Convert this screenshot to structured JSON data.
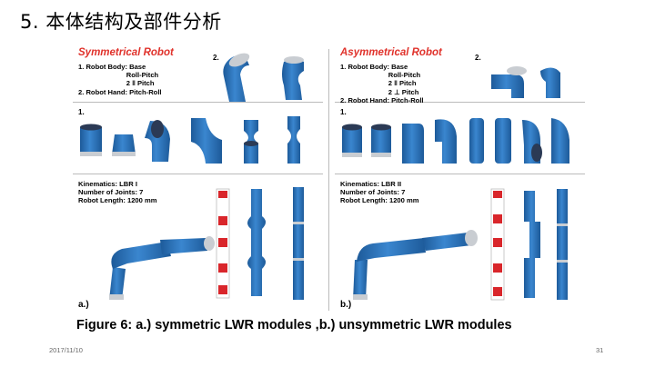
{
  "slide": {
    "title": "5. 本体结构及部件分析",
    "date": "2017/11/10",
    "page": "31"
  },
  "figure": {
    "caption": "Figure 6: a.) symmetric LWR modules ,b.) unsymmetric LWR modules",
    "colors": {
      "module_blue": "#2a6fb5",
      "joint_red": "#d9262b",
      "heading_red": "#e0322b",
      "ring_grey": "#c9cdd2"
    },
    "left": {
      "title": "Symmetrical Robot",
      "specs": "1. Robot Body: Base\n                         Roll-Pitch\n                         2 ǁ Pitch\n2. Robot Hand: Pitch-Roll",
      "num2": "2.",
      "num1": "1.",
      "kinematics": "Kinematics: LBR I\nNumber of Joints: 7\nRobot Length: 1200 mm",
      "sub": "a.)"
    },
    "right": {
      "title": "Asymmetrical Robot",
      "specs": "1. Robot Body: Base\n                         Roll-Pitch\n                         2 ǁ Pitch\n                         2 ⊥ Pitch\n2. Robot Hand: Pitch-Roll",
      "num2": "2.",
      "num1": "1.",
      "kinematics": "Kinematics: LBR II\nNumber of Joints: 7\nRobot Length: 1200 mm",
      "sub": "b.)"
    }
  }
}
